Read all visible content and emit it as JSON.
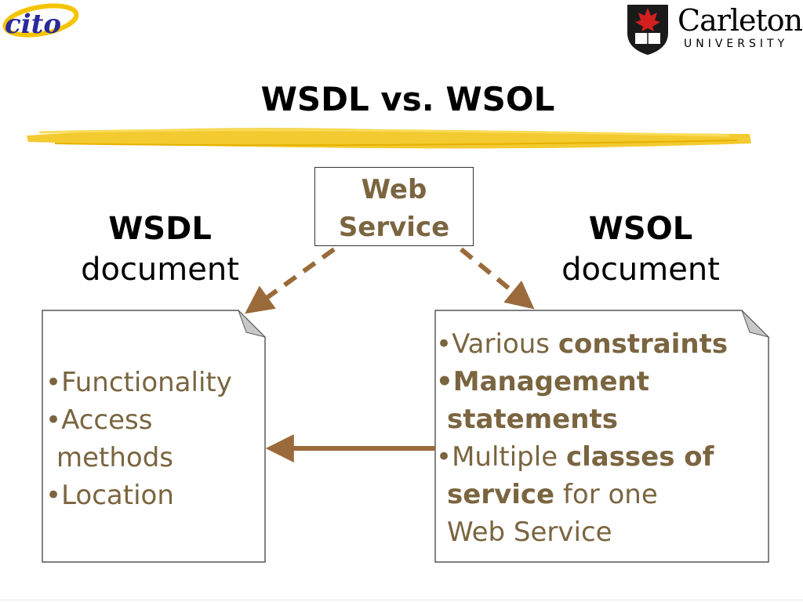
{
  "header": {
    "logo_left": "cito",
    "logo_right_name": "Carleton",
    "logo_right_sub": "UNIVERSITY",
    "title": "WSDL vs. WSOL"
  },
  "diagram": {
    "center_box": {
      "line1": "Web",
      "line2": "Service"
    },
    "left_label": {
      "strong": "WSDL",
      "normal": "document"
    },
    "right_label": {
      "strong": "WSOL",
      "normal": "document"
    },
    "left_doc": {
      "items": [
        "Functionality",
        "Access",
        "methods",
        "Location"
      ]
    },
    "right_doc": {
      "line1_normal": "Various ",
      "line1_bold": "constraints",
      "line2_bold": "Management",
      "line3_bold": "statements",
      "line4_normal": "Multiple ",
      "line4_bold": "classes of",
      "line5_bold": "service",
      "line5_normal": " for one",
      "line6_normal": "Web Service"
    },
    "colors": {
      "arrow": "#9a6a3a",
      "text": "#7a6540",
      "highlight": "#f2c418"
    }
  }
}
